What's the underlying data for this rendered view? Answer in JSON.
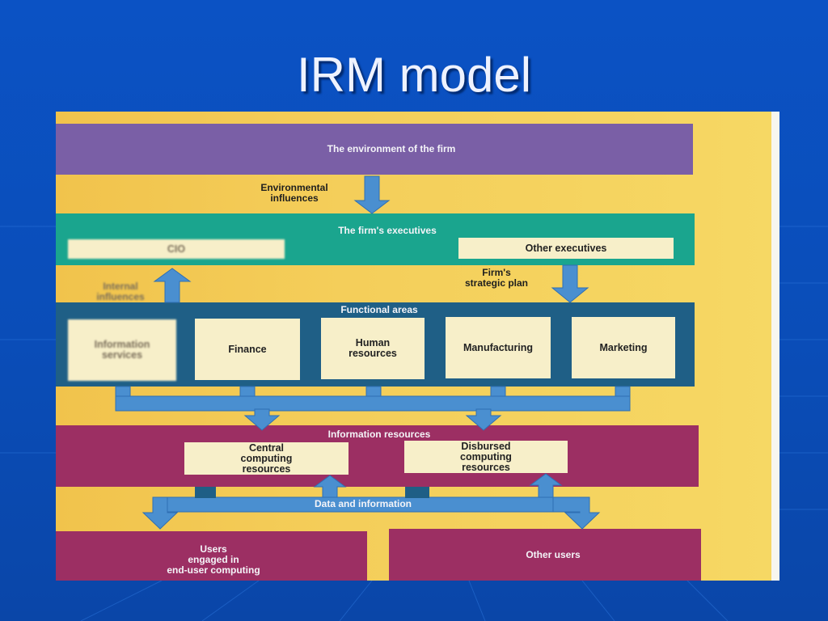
{
  "slide": {
    "title": "IRM model",
    "colors": {
      "background": "#0b52c4",
      "title_text": "#eef2ff"
    }
  },
  "diagram": {
    "environment": "The environment of the firm",
    "environmental_influences": "Environmental\ninfluences",
    "executives": {
      "title": "The firm's executives",
      "cio": "CIO",
      "other": "Other executives"
    },
    "internal_influences": "Internal\ninfluences",
    "strategic_plan": "Firm's\nstrategic plan",
    "functional_areas": {
      "title": "Functional areas",
      "items": [
        "Information\nservices",
        "Finance",
        "Human\nresources",
        "Manufacturing",
        "Marketing"
      ]
    },
    "information_resources": {
      "title": "Information resources",
      "central": "Central\ncomputing\nresources",
      "disbursed": "Disbursed\ncomputing\nresources"
    },
    "data_and_information": "Data and information",
    "users_end_user": "Users\nengaged in\nend-user computing",
    "other_users": "Other users",
    "colors": {
      "environment_band": "#7a5fa6",
      "executives_band": "#1aa58e",
      "functional_frame": "#1f5f86",
      "resources_band": "#9c2f63",
      "arrow": "#4a8fd0",
      "box_fill": "#f7efc9",
      "paper": "#f4ce5a"
    }
  }
}
